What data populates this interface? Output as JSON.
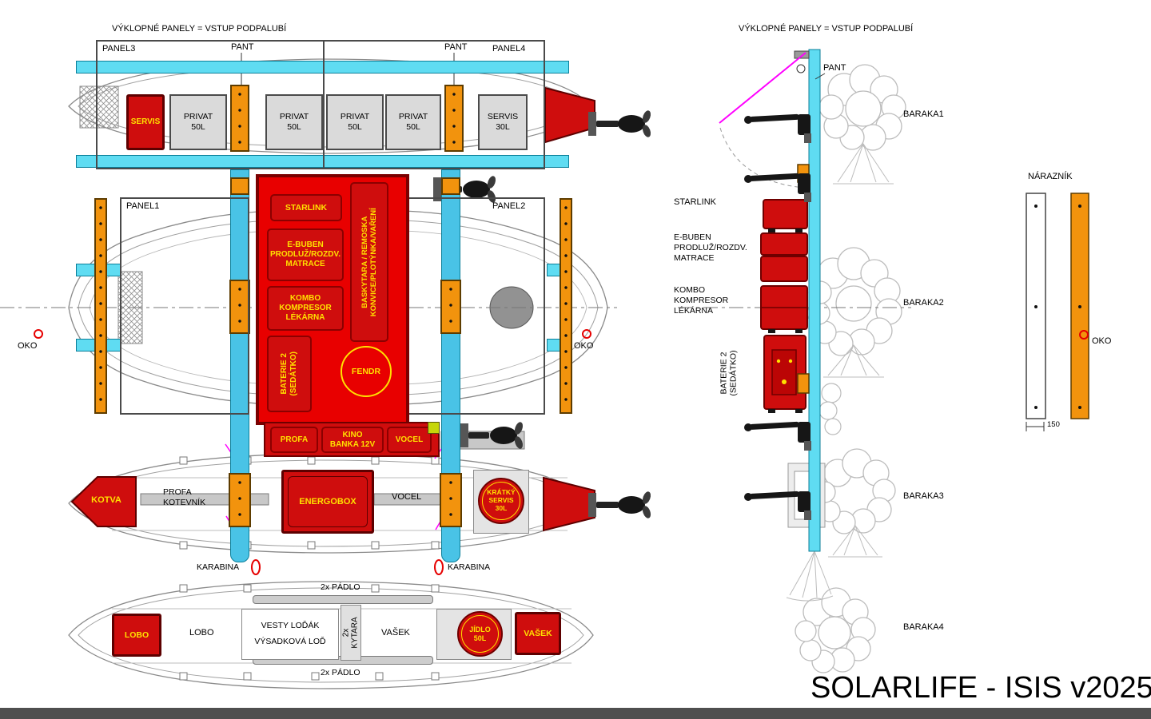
{
  "title": "SOLARLIFE - ISIS v2025",
  "shared": {
    "header": "VÝKLOPNÉ PANELY = VSTUP PODPALUBÍ",
    "pant": "PANT",
    "oko": "OKO",
    "karabina": "KARABINA",
    "vocel": "VOCEL",
    "padlo": "2x PÁDLO",
    "vasek": "VAŠEK",
    "starlink": "STARLINK",
    "ebuben": "E-BUBEN\nPRODLUŽ/ROZDV.\nMATRACE",
    "kombo": "KOMBO\nKOMPRESOR\nLÉKÁRNA",
    "baterie": "BATERIE 2\n(SEDÁTKO)"
  },
  "panels": {
    "p1": "PANEL1",
    "p2": "PANEL2",
    "p3": "PANEL3",
    "p4": "PANEL4"
  },
  "top_boat": {
    "servis": "SERVIS",
    "privat": "PRIVAT\n50L",
    "servis30": "SERVIS\n30L"
  },
  "platform": {
    "baskytara": "BASKYTARA / REMOSKA\nKONVICE/PLOTÝNKA/VAŘENÍ",
    "fendr": "FENDR",
    "profa": "PROFA",
    "kino": "KINO\nBANKA 12V"
  },
  "anchor_boat": {
    "kotva": "KOTVA",
    "profa_kotevnik": "PROFA\nKOTEVNÍK",
    "energobox": "ENERGOBOX",
    "servis30": "KRÁTKÝ\nSERVIS\n30L"
  },
  "cargo_boat": {
    "lobo_box": "LOBO",
    "lobo": "LOBO",
    "vesty": "VESTY LOĎÁK\nVÝSADKOVÁ LOĎ",
    "kytara": "2x KYTARA",
    "jidlo": "JÍDLO\n50L"
  },
  "side_view": {
    "baraka1": "BARAKA1",
    "baraka2": "BARAKA2",
    "baraka3": "BARAKA3",
    "baraka4": "BARAKA4"
  },
  "bumper": {
    "naraznik": "NÁRAZNÍK",
    "dim": "150"
  },
  "colors": {
    "red": "#cf0d0d",
    "dark_red": "#6e0000",
    "yellow": "#ffe000",
    "cyan": "#5fdcf2",
    "orange": "#f2930d",
    "magenta": "#ff00ff",
    "panel_border": "#4a4a4a"
  }
}
